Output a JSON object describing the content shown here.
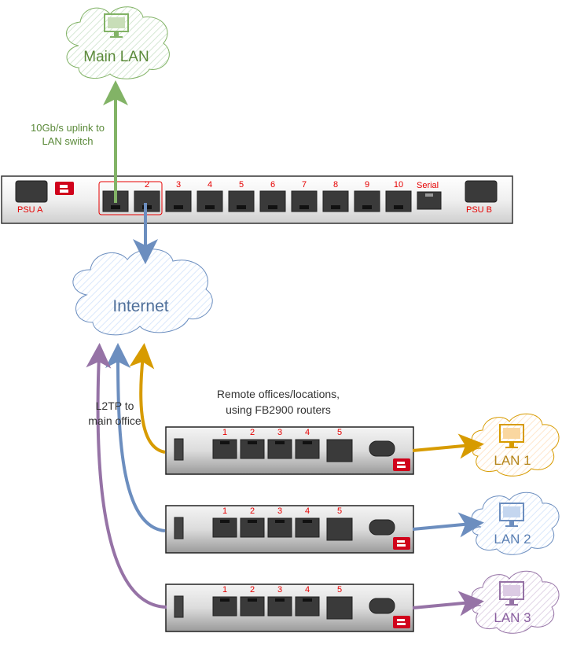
{
  "main_lan": {
    "label": "Main LAN",
    "color": "#82b366"
  },
  "internet": {
    "label": "Internet",
    "color": "#6c8ebf"
  },
  "uplink_note": {
    "line1": "10Gb/s uplink to",
    "line2": "LAN switch",
    "color": "#5b8a3a"
  },
  "main_router": {
    "psu_a": "PSU A",
    "psu_b": "PSU B",
    "ports": [
      "2",
      "3",
      "4",
      "5",
      "6",
      "7",
      "8",
      "9",
      "10"
    ],
    "serial": "Serial"
  },
  "l2tp_note": {
    "line1": "L2TP to",
    "line2": "main office"
  },
  "remote_note": {
    "line1": "Remote offices/locations,",
    "line2": "using FB2900 routers"
  },
  "remote_routers": [
    {
      "ports": [
        "1",
        "2",
        "3",
        "4",
        "5"
      ],
      "lan": "LAN 1",
      "color": "#d79b00"
    },
    {
      "ports": [
        "1",
        "2",
        "3",
        "4",
        "5"
      ],
      "lan": "LAN 2",
      "color": "#6c8ebf"
    },
    {
      "ports": [
        "1",
        "2",
        "3",
        "4",
        "5"
      ],
      "lan": "LAN 3",
      "color": "#9673a6"
    }
  ],
  "brand_color": "#d0021b"
}
